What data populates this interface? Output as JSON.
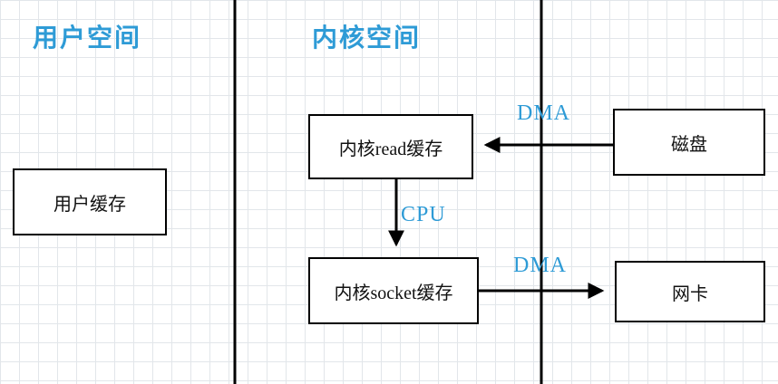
{
  "colors": {
    "accent": "#2e9bd6",
    "line": "#000000",
    "grid": "#e2e6ea",
    "paper": "#ffffff"
  },
  "regions": {
    "user_space": {
      "label": "用户空间"
    },
    "kernel_space": {
      "label": "内核空间"
    }
  },
  "nodes": {
    "user_buffer": {
      "label": "用户缓存"
    },
    "kernel_read_buffer": {
      "label": "内核read缓存"
    },
    "disk": {
      "label": "磁盘"
    },
    "kernel_socket_buffer": {
      "label": "内核socket缓存"
    },
    "nic": {
      "label": "网卡"
    }
  },
  "arrows": {
    "disk_to_read": {
      "label": "DMA"
    },
    "read_to_socket": {
      "label": "CPU"
    },
    "socket_to_nic": {
      "label": "DMA"
    }
  }
}
